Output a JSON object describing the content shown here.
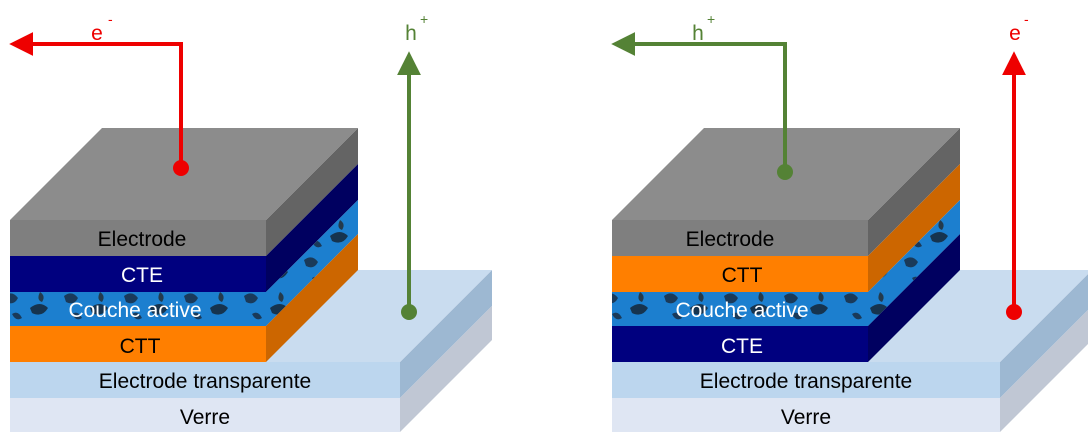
{
  "diagrams": [
    {
      "layers": {
        "electrode": "Electrode",
        "layer_top": "CTE",
        "active": "Couche active",
        "layer_bottom": "CTT",
        "transparent": "Electrode transparente",
        "glass": "Verre"
      },
      "top_carrier": {
        "symbol": "e",
        "charge": "-"
      },
      "side_carrier": {
        "symbol": "h",
        "charge": "+"
      }
    },
    {
      "layers": {
        "electrode": "Electrode",
        "layer_top": "CTT",
        "active": "Couche active",
        "layer_bottom": "CTE",
        "transparent": "Electrode transparente",
        "glass": "Verre"
      },
      "top_carrier": {
        "symbol": "h",
        "charge": "+"
      },
      "side_carrier": {
        "symbol": "e",
        "charge": "-"
      }
    }
  ],
  "colors": {
    "electrode": "#7f7f7f",
    "cte": "#00007f",
    "ctt": "#ff7f00",
    "active": "#1c7fcf",
    "transparent": "#bcd6ee",
    "glass": "#dfe6f3",
    "electron": "#ee0000",
    "hole": "#548235"
  }
}
